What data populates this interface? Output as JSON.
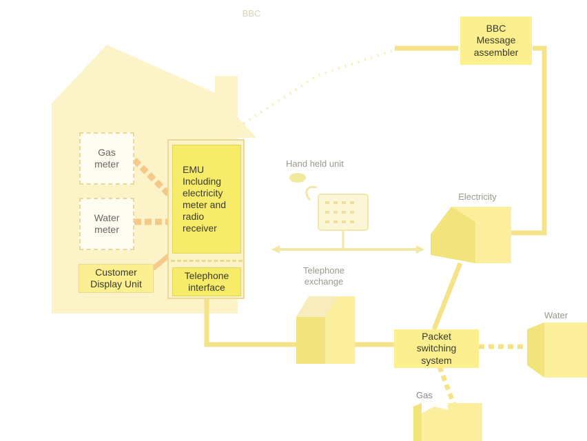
{
  "labels": {
    "bbc_top": "BBC",
    "bbc_assembler": "BBC\nMessage\nassembler",
    "gas_meter": "Gas\nmeter",
    "water_meter": "Water\nmeter",
    "emu": "EMU\nIncluding\nelectricity\nmeter and\nradio\nreceiver",
    "customer_display": "Customer\nDisplay Unit",
    "telephone_interface": "Telephone\ninterface",
    "hand_held": "Hand held unit",
    "electricity": "Electricity",
    "telephone_exchange": "Telephone\nexchange",
    "packet_switching": "Packet\nswitching\nsystem",
    "water": "Water",
    "gas": "Gas"
  },
  "colors": {
    "house": "#fdf3c8",
    "box_fill": "#fbef8f",
    "emu_fill": "#f7ec6a",
    "line": "#f5e38a",
    "orange_line": "#f6c98a",
    "dashed_border": "#ead79a",
    "building": "#fbef9e",
    "building_shade": "#f3e37c"
  }
}
